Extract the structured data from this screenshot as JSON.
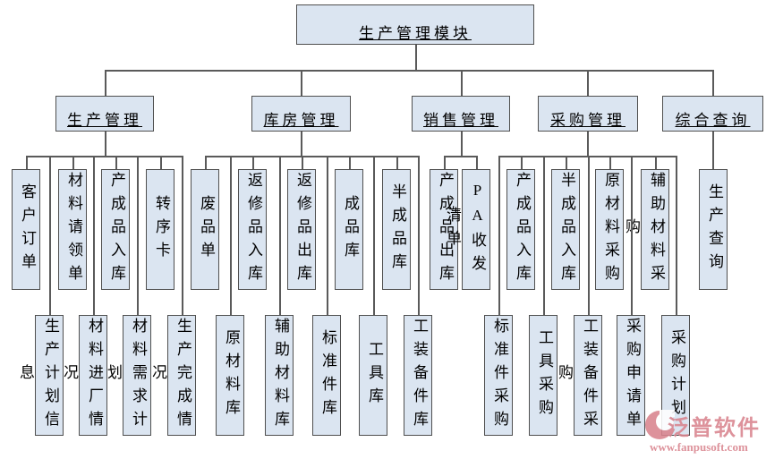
{
  "diagram": {
    "root": {
      "label": "生产管理模块",
      "children": [
        {
          "label": "生产管理",
          "row1": [
            "客户订单",
            "材料请领单",
            "产成品入库",
            "转序卡"
          ],
          "row2": [
            "生产计划信息",
            "材料进厂情况",
            "材料需求计划",
            "生产完成情况"
          ]
        },
        {
          "label": "库房管理",
          "row1": [
            "废品单",
            "返修品入库",
            "返修品出库",
            "成品库",
            "半成品库"
          ],
          "row2": [
            "原材料库",
            "辅助材料库",
            "标准件库",
            "工具库",
            "工装备件库"
          ]
        },
        {
          "label": "销售管理",
          "row1": [
            "产成品出库",
            "PA收发清单"
          ],
          "row2": []
        },
        {
          "label": "采购管理",
          "row1": [
            "产成品入库",
            "半成品入库",
            "原材料采购",
            "辅助材料采购"
          ],
          "row2": [
            "标准件采购",
            "工具采购",
            "工装备件采购",
            "采购申请单",
            "采购计划"
          ]
        },
        {
          "label": "综合查询",
          "row1": [
            "生产查询"
          ],
          "row2": []
        }
      ]
    }
  },
  "watermark": {
    "brand": "泛普软件",
    "url": "www.fanpusoft.com"
  },
  "colors": {
    "box_fill": "#dbe5f1",
    "box_border": "#4f4f4f",
    "connector": "#5a5a5a",
    "text": "#000000",
    "watermark_pink": "#d9848e"
  }
}
